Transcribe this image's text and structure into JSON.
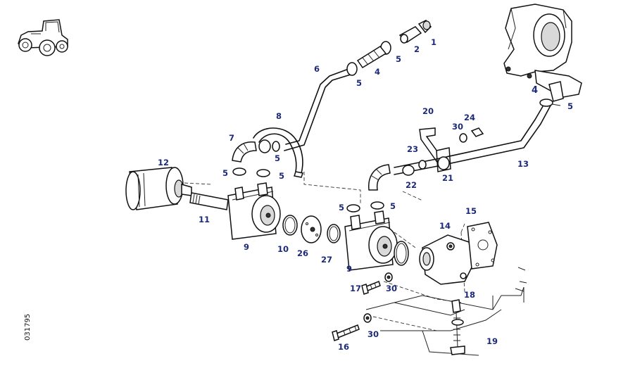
{
  "document_ref": "031795",
  "tractor_icon": "tractor-icon",
  "callouts": [
    {
      "id": "c1",
      "text": "1"
    },
    {
      "id": "c2",
      "text": "2"
    },
    {
      "id": "c5a",
      "text": "5"
    },
    {
      "id": "c4a",
      "text": "4"
    },
    {
      "id": "c5b",
      "text": "5"
    },
    {
      "id": "c6",
      "text": "6"
    },
    {
      "id": "c8",
      "text": "8"
    },
    {
      "id": "c7",
      "text": "7"
    },
    {
      "id": "c5c",
      "text": "5"
    },
    {
      "id": "c5d",
      "text": "5"
    },
    {
      "id": "c5e",
      "text": "5"
    },
    {
      "id": "c12",
      "text": "12"
    },
    {
      "id": "c11",
      "text": "11"
    },
    {
      "id": "c9a",
      "text": "9"
    },
    {
      "id": "c10",
      "text": "10"
    },
    {
      "id": "c26",
      "text": "26"
    },
    {
      "id": "c27",
      "text": "27"
    },
    {
      "id": "c9b",
      "text": "9"
    },
    {
      "id": "c5f",
      "text": "5"
    },
    {
      "id": "c5g",
      "text": "5"
    },
    {
      "id": "c20",
      "text": "20"
    },
    {
      "id": "c24",
      "text": "24"
    },
    {
      "id": "c30a",
      "text": "30"
    },
    {
      "id": "c23",
      "text": "23"
    },
    {
      "id": "c22",
      "text": "22"
    },
    {
      "id": "c21",
      "text": "21"
    },
    {
      "id": "c13",
      "text": "13"
    },
    {
      "id": "c4b",
      "text": "4"
    },
    {
      "id": "c5h",
      "text": "5"
    },
    {
      "id": "c15",
      "text": "15"
    },
    {
      "id": "c14",
      "text": "14"
    },
    {
      "id": "c18",
      "text": "18"
    },
    {
      "id": "c17",
      "text": "17"
    },
    {
      "id": "c30b",
      "text": "30"
    },
    {
      "id": "c30c",
      "text": "30"
    },
    {
      "id": "c16",
      "text": "16"
    },
    {
      "id": "c19",
      "text": "19"
    }
  ]
}
